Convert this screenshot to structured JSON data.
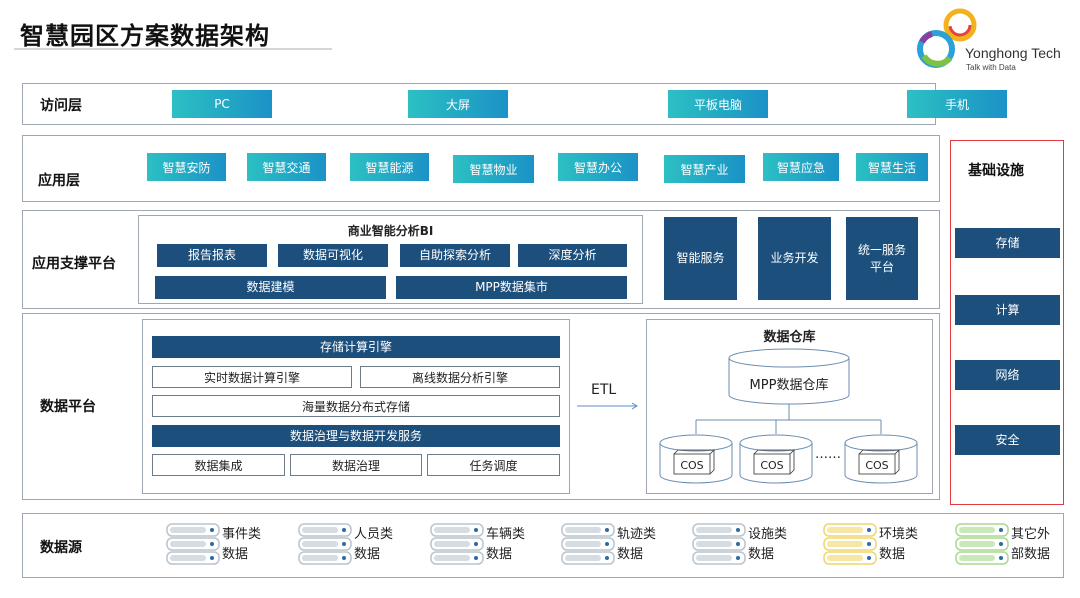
{
  "title": "智慧园区方案数据架构",
  "logo": {
    "name": "Yonghong Tech",
    "tagline": "Talk with Data"
  },
  "access_layer": {
    "label": "访问层",
    "items": [
      "PC",
      "大屏",
      "平板电脑",
      "手机"
    ]
  },
  "app_layer": {
    "label": "应用层",
    "items": [
      "智慧安防",
      "智慧交通",
      "智慧能源",
      "智慧物业",
      "智慧办公",
      "智慧产业",
      "智慧应急",
      "智慧生活"
    ]
  },
  "support_layer": {
    "label": "应用支撑平台",
    "bi_title": "商业智能分析BI",
    "bi_row1": [
      "报告报表",
      "数据可视化",
      "自助探索分析",
      "深度分析"
    ],
    "bi_row2": [
      "数据建模",
      "MPP数据集市"
    ],
    "services": [
      "智能服务",
      "业务开发",
      "统一服务\n平台"
    ]
  },
  "data_platform": {
    "label": "数据平台",
    "storage_engine": "存储计算引擎",
    "engines": [
      "实时数据计算引擎",
      "离线数据分析引擎"
    ],
    "distributed_storage": "海量数据分布式存储",
    "governance": "数据治理与数据开发服务",
    "gov_items": [
      "数据集成",
      "数据治理",
      "任务调度"
    ],
    "etl": "ETL",
    "warehouse_title": "数据仓库",
    "mpp_warehouse": "MPP数据仓库",
    "cos": [
      "COS",
      "COS",
      "COS"
    ],
    "ellipsis": "……"
  },
  "infrastructure": {
    "title": "基础设施",
    "items": [
      "存储",
      "计算",
      "网络",
      "安全"
    ]
  },
  "data_source": {
    "label": "数据源",
    "items": [
      {
        "text": "事件类\n数据",
        "color": "#b9c4ce"
      },
      {
        "text": "人员类\n数据",
        "color": "#b9c4ce"
      },
      {
        "text": "车辆类\n数据",
        "color": "#b9c4ce"
      },
      {
        "text": "轨迹类\n数据",
        "color": "#b9c4ce"
      },
      {
        "text": "设施类\n数据",
        "color": "#b9c4ce"
      },
      {
        "text": "环境类\n数据",
        "color": "#f0d76a"
      },
      {
        "text": "其它外\n部数据",
        "color": "#a9d98e"
      }
    ]
  },
  "colors": {
    "navy": "#1c4f7c",
    "teal_start": "#2cc0c3",
    "teal_end": "#1b92c6",
    "infra_border": "#e0393e"
  }
}
